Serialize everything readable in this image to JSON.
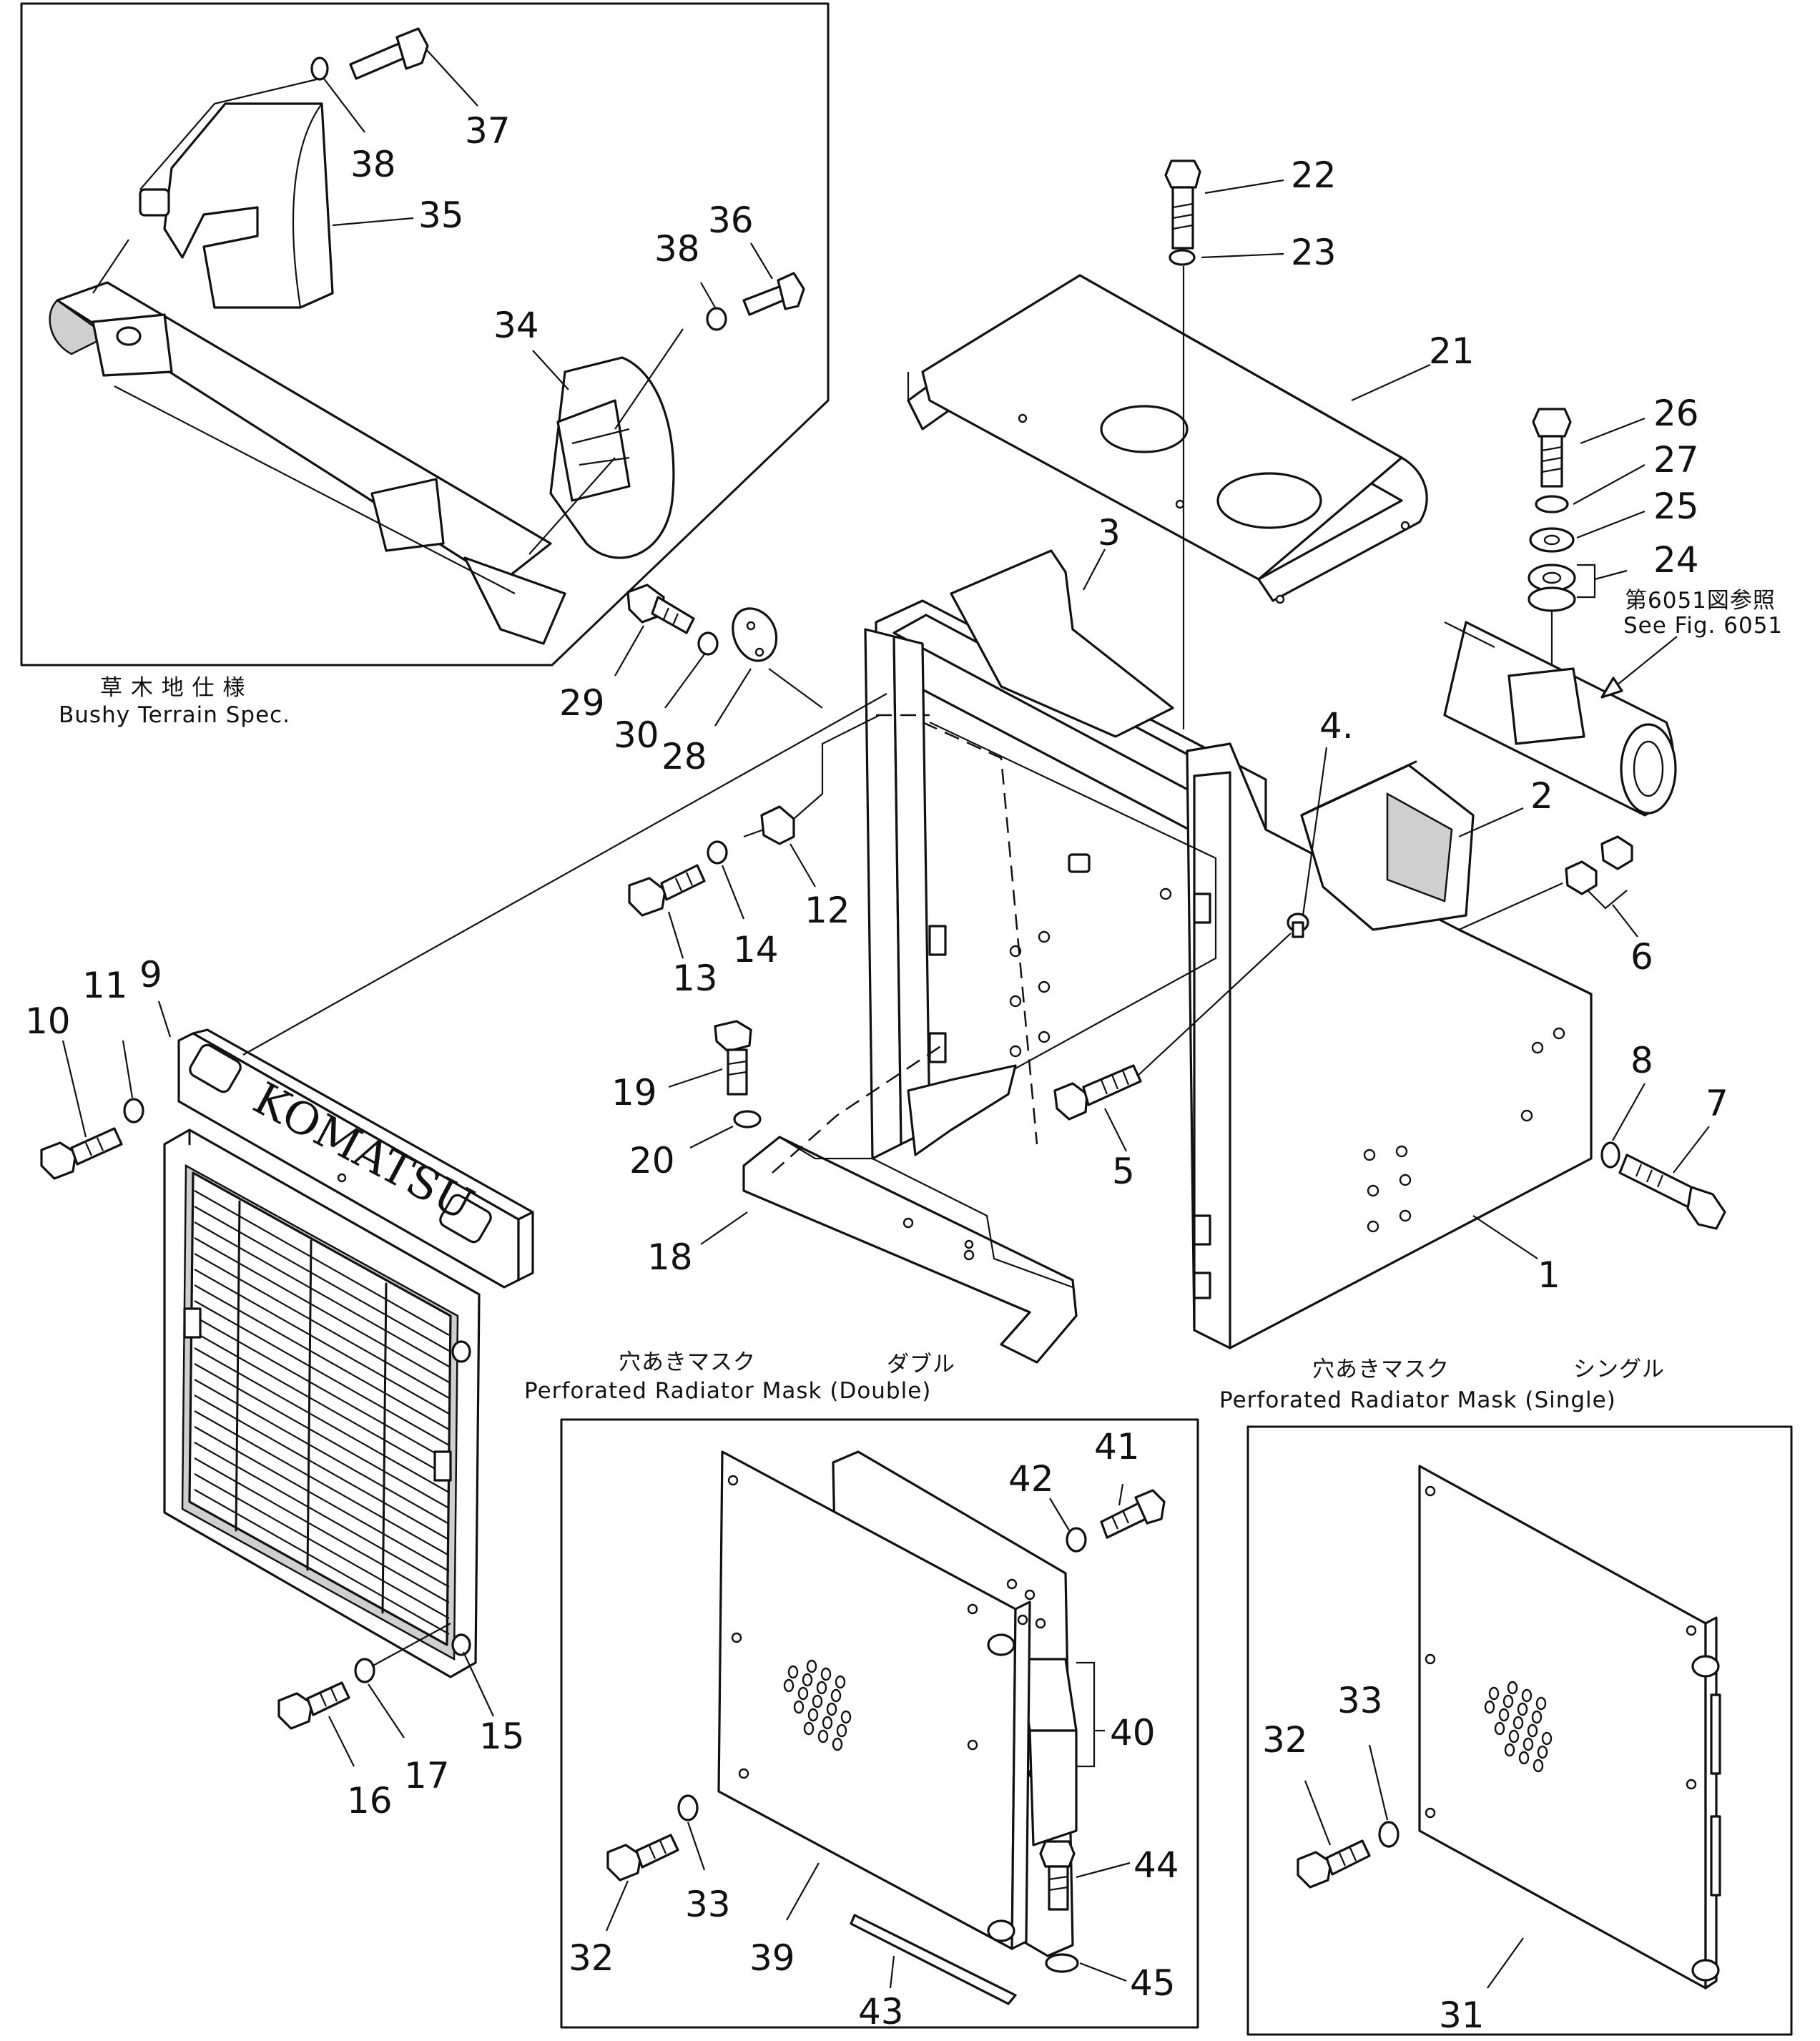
{
  "labels": {
    "n1": "1",
    "n2": "2",
    "n3": "3",
    "n4": "4.",
    "n5": "5",
    "n6": "6",
    "n7": "7",
    "n8": "8",
    "n9": "9",
    "n10": "10",
    "n11": "11",
    "n12": "12",
    "n13": "13",
    "n14": "14",
    "n15": "15",
    "n16": "16",
    "n17": "17",
    "n18": "18",
    "n19": "19",
    "n20": "20",
    "n21": "21",
    "n22": "22",
    "n23": "23",
    "n24": "24",
    "n25": "25",
    "n26": "26",
    "n27": "27",
    "n28": "28",
    "n29": "29",
    "n30": "30",
    "n31": "31",
    "n32a": "32",
    "n32b": "32",
    "n33a": "33",
    "n33b": "33",
    "n34": "34",
    "n35": "35",
    "n36": "36",
    "n37": "37",
    "n38a": "38",
    "n38b": "38",
    "n39": "39",
    "n40": "40",
    "n41": "41",
    "n42": "42",
    "n43": "43",
    "n44": "44",
    "n45": "45"
  },
  "captions": {
    "bushy_jp": "草 木 地 仕 様",
    "bushy_en": "Bushy Terrain Spec.",
    "see_fig_jp": "第6051図参照",
    "see_fig_en": "See Fig. 6051",
    "double_jp_1": "穴あきマスク",
    "double_jp_2": "ダブル",
    "double_en": "Perforated Radiator Mask (Double)",
    "single_jp_1": "穴あきマスク",
    "single_jp_2": "シングル",
    "single_en": "Perforated Radiator Mask (Single)"
  },
  "logo": {
    "text": "KOMATSU"
  },
  "icons": [
    "bolt-icon",
    "washer-icon",
    "nut-icon",
    "bracket-icon"
  ]
}
